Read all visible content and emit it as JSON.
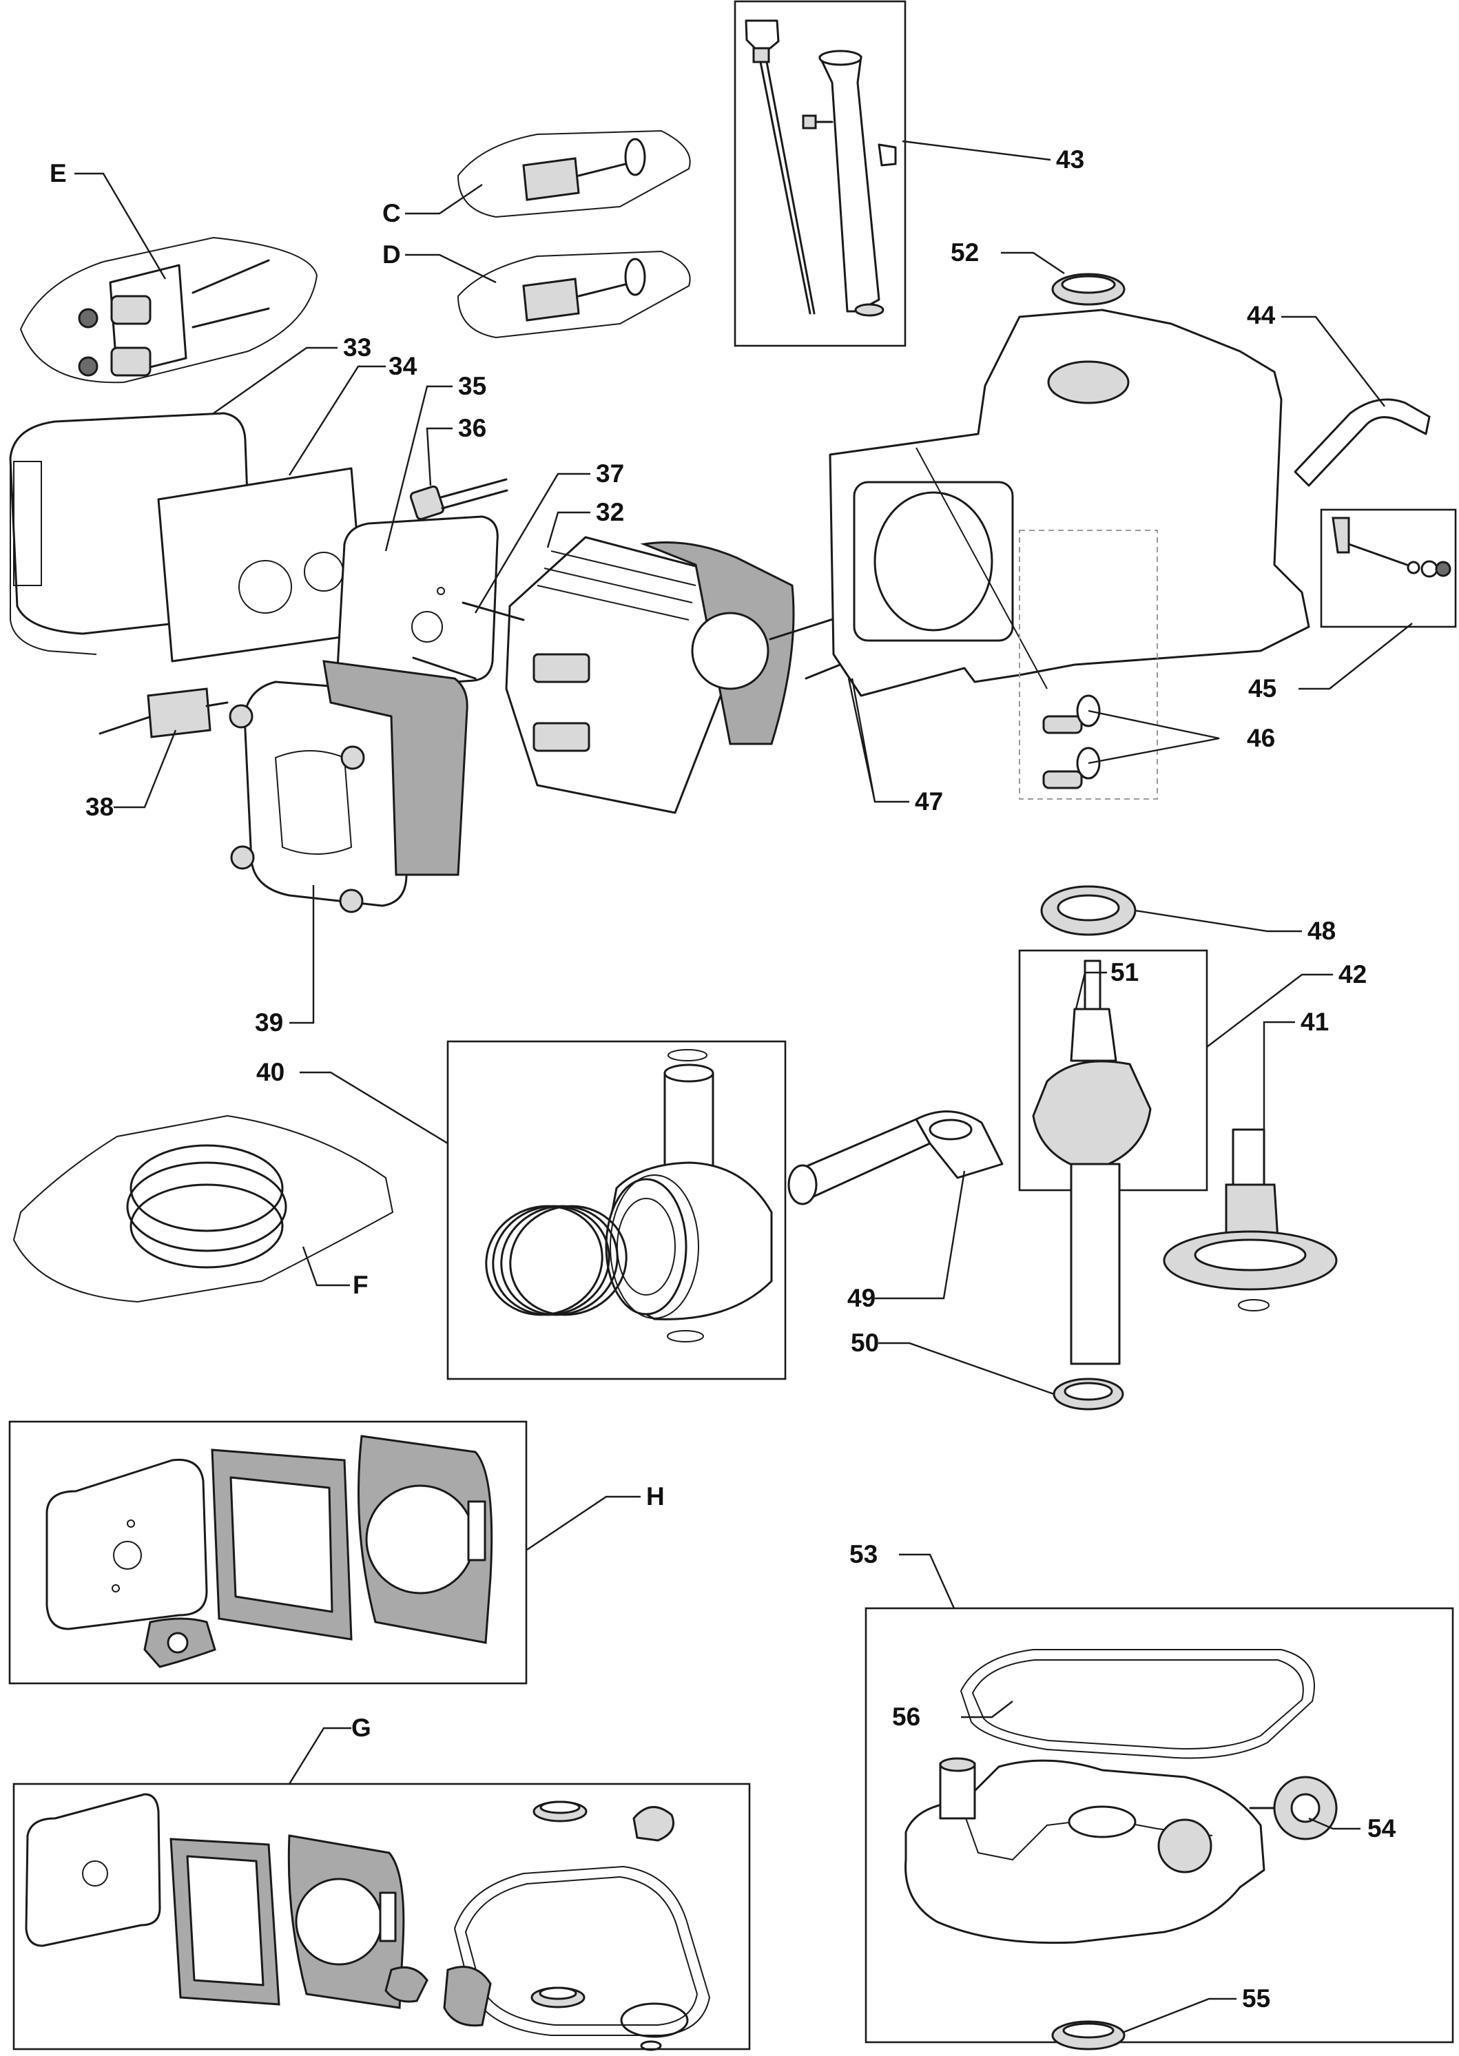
{
  "diagram": {
    "callouts": [
      {
        "key": "E",
        "text": "E"
      },
      {
        "key": "C",
        "text": "C"
      },
      {
        "key": "D",
        "text": "D"
      },
      {
        "key": "43",
        "text": "43"
      },
      {
        "key": "52",
        "text": "52"
      },
      {
        "key": "44",
        "text": "44"
      },
      {
        "key": "33",
        "text": "33"
      },
      {
        "key": "34",
        "text": "34"
      },
      {
        "key": "35",
        "text": "35"
      },
      {
        "key": "36",
        "text": "36"
      },
      {
        "key": "37",
        "text": "37"
      },
      {
        "key": "32",
        "text": "32"
      },
      {
        "key": "45",
        "text": "45"
      },
      {
        "key": "46",
        "text": "46"
      },
      {
        "key": "38",
        "text": "38"
      },
      {
        "key": "47",
        "text": "47"
      },
      {
        "key": "48",
        "text": "48"
      },
      {
        "key": "51",
        "text": "51"
      },
      {
        "key": "42",
        "text": "42"
      },
      {
        "key": "41",
        "text": "41"
      },
      {
        "key": "39",
        "text": "39"
      },
      {
        "key": "40",
        "text": "40"
      },
      {
        "key": "F",
        "text": "F"
      },
      {
        "key": "49",
        "text": "49"
      },
      {
        "key": "50",
        "text": "50"
      },
      {
        "key": "H",
        "text": "H"
      },
      {
        "key": "53",
        "text": "53"
      },
      {
        "key": "56",
        "text": "56"
      },
      {
        "key": "54",
        "text": "54"
      },
      {
        "key": "G",
        "text": "G"
      },
      {
        "key": "55",
        "text": "55"
      }
    ]
  }
}
